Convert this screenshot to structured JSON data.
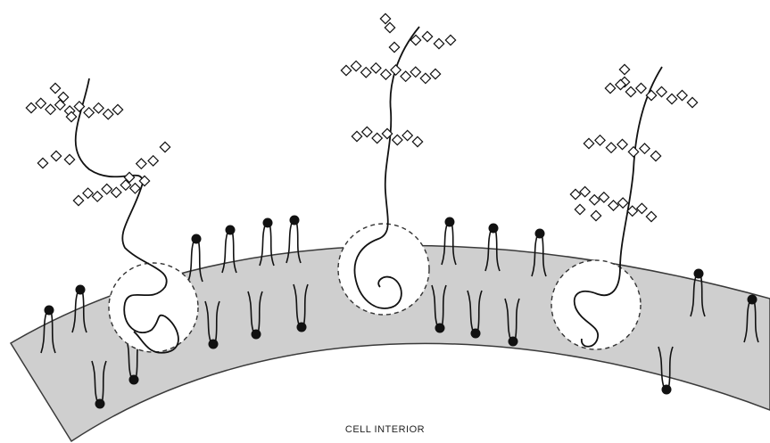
{
  "figure": {
    "caption": "CELL INTERIOR",
    "colors": {
      "membrane_fill": "#cfcfcf",
      "membrane_edge": "#3a3a3a",
      "ink": "#111111",
      "pocket_fill": "#ffffff",
      "sugar_fill": "#ffffff"
    },
    "components": [
      "lipid-bilayer",
      "lipid-molecule",
      "transmembrane-protein",
      "glycan-chain",
      "sugar-residue"
    ]
  }
}
